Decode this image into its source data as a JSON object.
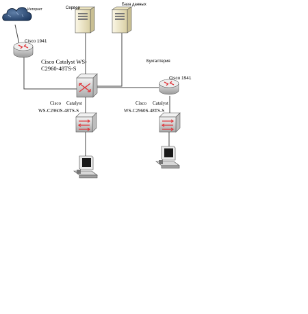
{
  "labels": {
    "internet": "Интернет",
    "server": "Сервер",
    "database": "База данных",
    "router_left": "Cisco 1941",
    "core_switch_line1": "Cisco Catalyst WS-",
    "core_switch_line2": "C2960-48TS-S",
    "accounting": "Бухгалтерия",
    "router_right": "Cisco 1941",
    "switch_left_line1_a": "Cisco",
    "switch_left_line1_b": "Catalyst",
    "switch_left_line2": "WS-C2960S-48TS-S",
    "switch_right_line1_a": "Cisco",
    "switch_right_line1_b": "Catalyst",
    "switch_right_line2": "WS-C2960S-48TS-S"
  },
  "colors": {
    "router_blue": "#2e5c8f",
    "device_red": "#e0393e",
    "line": "#404040",
    "cloud_dark": "#1f3b63",
    "server_body": "#f2ecd0"
  },
  "icons": {
    "internet": "cloud-icon",
    "server": "server-icon",
    "database": "server-icon",
    "routers": "router-icon",
    "switches": "switch-icon",
    "workstations": "pc-icon"
  }
}
